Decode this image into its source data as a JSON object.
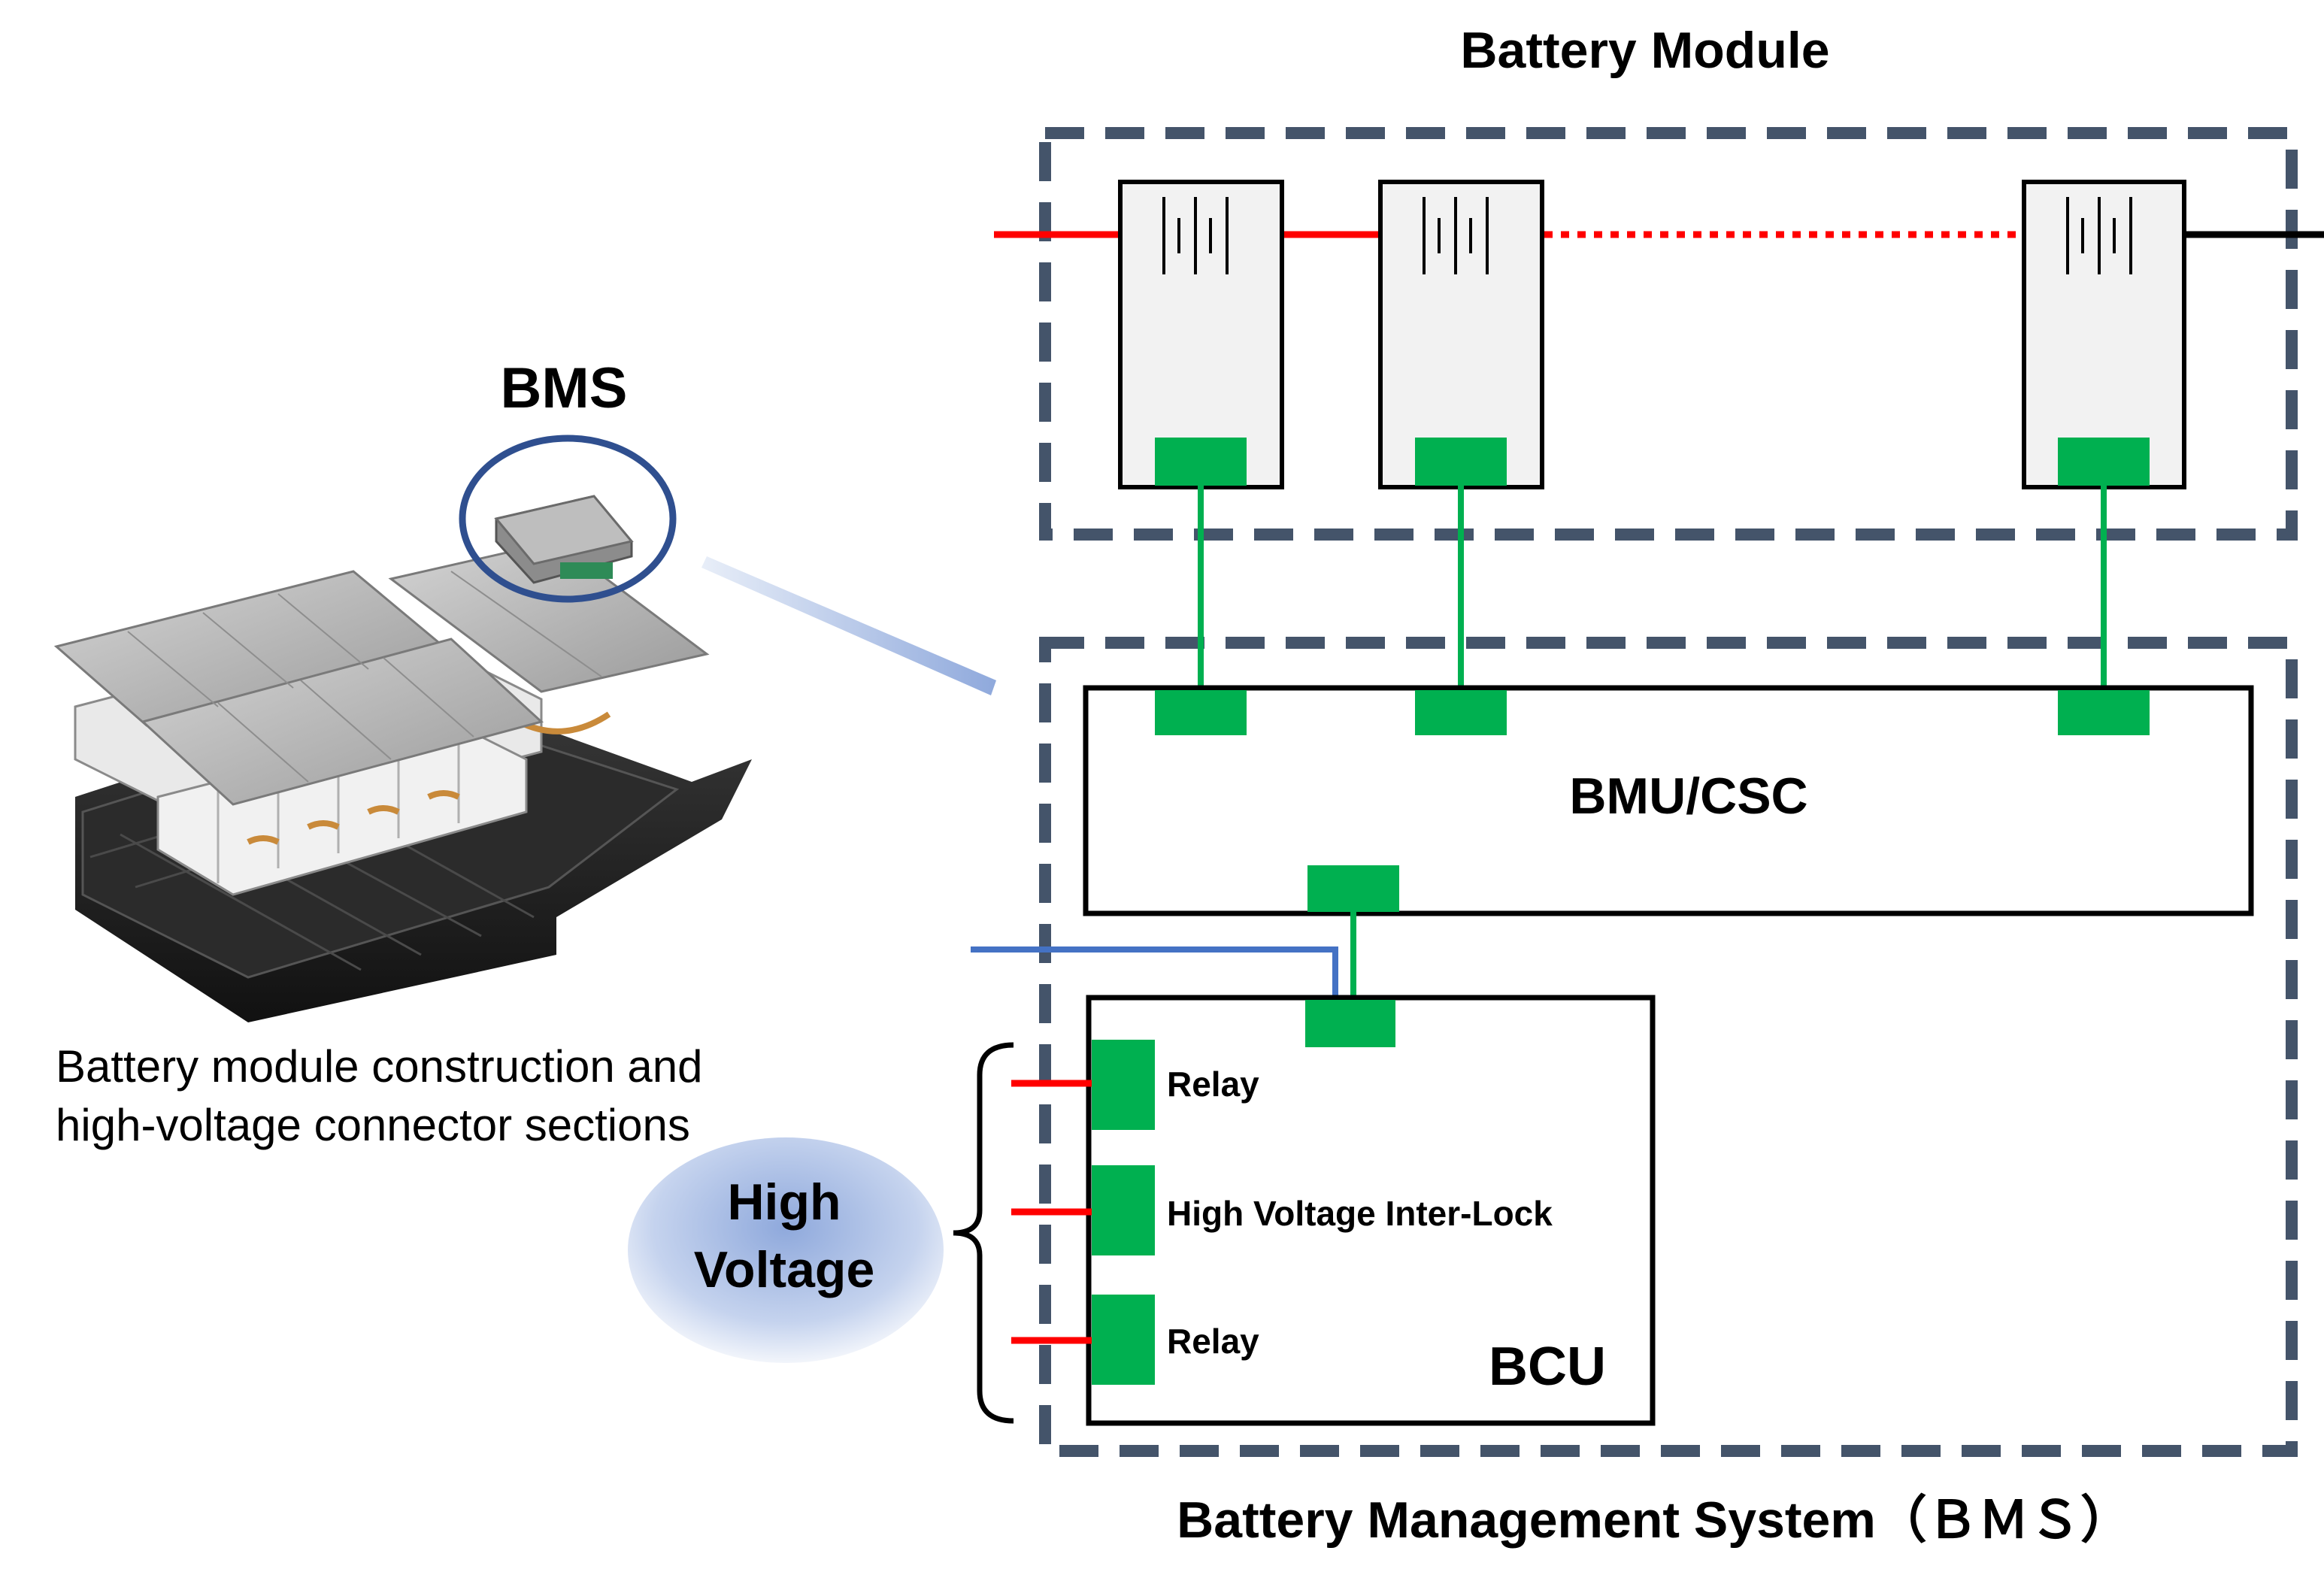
{
  "colors": {
    "dashed_border": "#44546A",
    "connector_green": "#00B050",
    "wire_red": "#FF0000",
    "wire_blue": "#4472C4",
    "wire_black": "#000000",
    "cell_fill": "#F2F2F2",
    "bubble_blue": "#B4C7E7"
  },
  "left_panel": {
    "bms_label": "BMS",
    "caption_line1": "Battery module construction and",
    "caption_line2": "high-voltage connector sections",
    "hv_bubble_line1": "High",
    "hv_bubble_line2": "Voltage"
  },
  "battery_module": {
    "title": "Battery Module"
  },
  "bms": {
    "bmu_label": "BMU/CSC",
    "bcu_label": "BCU",
    "ports": [
      {
        "label": "Relay"
      },
      {
        "label": "High Voltage Inter-Lock"
      },
      {
        "label": "Relay"
      }
    ],
    "footer_title": "Battery Management System（ＢＭＳ）"
  }
}
